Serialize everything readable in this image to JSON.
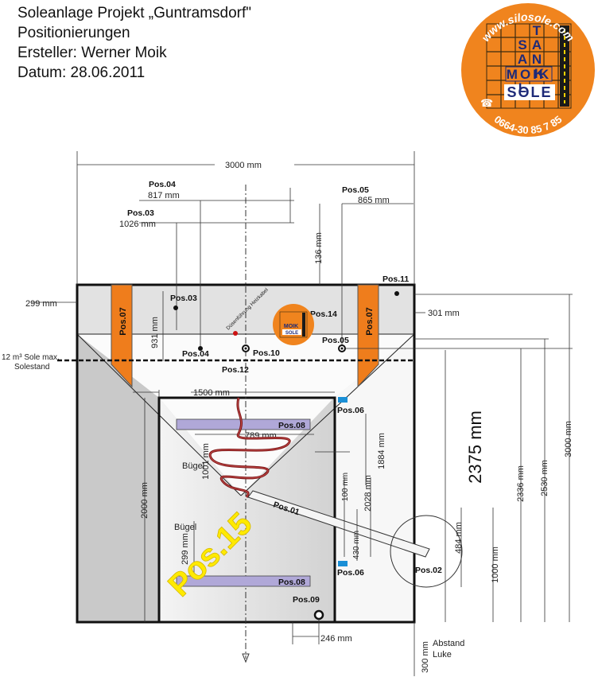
{
  "header": {
    "line1": "Soleanlage Projekt „Guntramsdorf\"",
    "line2": "Positionierungen",
    "line3": "Ersteller: Werner Moik",
    "line4": "Datum: 28.06.2011"
  },
  "logo": {
    "url": "www.silosole.com",
    "phone": "0664-30 85 7 85",
    "tank": "TANK",
    "salz": "SALZ",
    "moik": "MOIK",
    "sole": "SOLE",
    "colors": {
      "orange": "#f0841e",
      "navy": "#1e2a78",
      "white": "#ffffff"
    }
  },
  "dims": {
    "total_width": "3000 mm",
    "pos04_dist": "817 mm",
    "pos03_dist": "1026 mm",
    "pos05_dist": "865 mm",
    "top_136": "136 mm",
    "left_299": "299 mm",
    "right_301": "301 mm",
    "v_931": "931 mm",
    "sole_level": "12 m³ Sole max.",
    "sole_level2": "Solestand",
    "w_1500": "1500 mm",
    "w_789": "789 mm",
    "v_1001": "1001 mm",
    "v_2000": "2000 mm",
    "v_299b": "299 mm",
    "v_100": "100 mm",
    "v_1884": "1884 mm",
    "v_2028": "2028 mm",
    "v_430": "430 mm",
    "big_2375": "2375 mm",
    "v_2336": "2336 mm",
    "v_2530": "2530 mm",
    "v_3000": "3000 mm",
    "v_484": "484 mm",
    "v_1000": "1000 mm",
    "w_246": "246 mm",
    "luke_300": "300 mm",
    "luke_abstand": "Abstand",
    "luke_luke": "Luke"
  },
  "labels": {
    "pos03": "Pos.03",
    "pos04": "Pos.04",
    "pos05": "Pos.05",
    "pos11": "Pos.11",
    "pos14": "Pos.14",
    "pos10": "Pos.10",
    "pos12": "Pos.12",
    "pos06": "Pos.06",
    "pos07": "Pos.07",
    "pos08": "Pos.08",
    "pos01": "Pos.01",
    "pos02": "Pos.02",
    "pos09": "Pos.09",
    "pos15": "Pos.15",
    "buegel": "Bügel",
    "duese": "Düsenführung Heizkabel"
  },
  "colors": {
    "orange": "#ef7d1c",
    "lavender": "#b0a8d8",
    "yellow": "#ffea00",
    "cyan": "#1a8fd6",
    "red": "#cc1111",
    "grey": "#cfcfcf",
    "coil": "#8b1a1a"
  }
}
